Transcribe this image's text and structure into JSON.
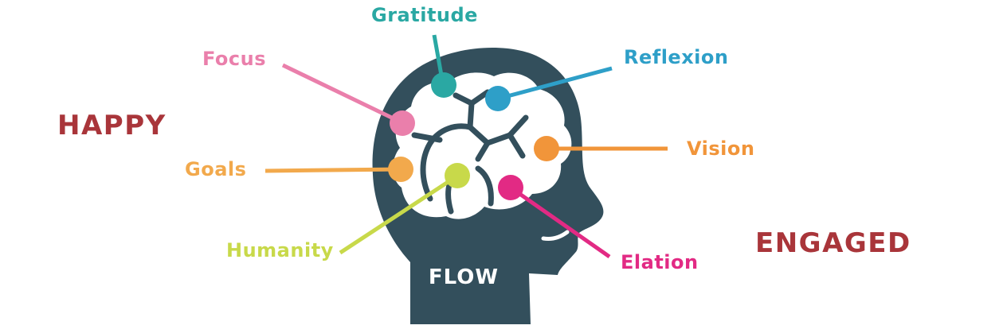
{
  "colors": {
    "head": "#334f5c",
    "brain": "#ffffff",
    "big_words": "#a9353a",
    "flow_text": "#ffffff"
  },
  "big_words": {
    "happy": "HAPPY",
    "engaged": "ENGAGED"
  },
  "center_label": "FLOW",
  "nodes": [
    {
      "id": "gratitude",
      "label": "Gratitude",
      "color": "#2aa8a3"
    },
    {
      "id": "focus",
      "label": "Focus",
      "color": "#ea7fab"
    },
    {
      "id": "reflexion",
      "label": "Reflexion",
      "color": "#2e9fc8"
    },
    {
      "id": "vision",
      "label": "Vision",
      "color": "#f1953a"
    },
    {
      "id": "goals",
      "label": "Goals",
      "color": "#f2a94c"
    },
    {
      "id": "humanity",
      "label": "Humanity",
      "color": "#c8d94a"
    },
    {
      "id": "elation",
      "label": "Elation",
      "color": "#e22a84"
    }
  ]
}
